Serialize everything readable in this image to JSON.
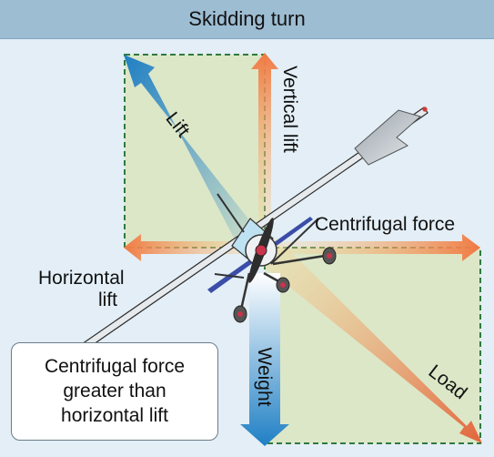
{
  "title": "Skidding turn",
  "labels": {
    "lift": "Lift",
    "vertical_lift": "Vertical lift",
    "centrifugal_force": "Centrifugal force",
    "horizontal_lift_line1": "Horizontal",
    "horizontal_lift_line2": "lift",
    "weight": "Weight",
    "load": "Load"
  },
  "note": {
    "line1": "Centrifugal force",
    "line2": "greater than",
    "line3": "horizontal lift"
  },
  "colors": {
    "header": "#9dbdd3",
    "background": "#e3eef6",
    "rectangle_fill": "#dce7c8",
    "dashed_outline": "#2f7a3e",
    "lift_arrow": "#2a88cc",
    "orange_arrow": "#f08040",
    "load_arrow": "#e0683a",
    "weight_arrow": "#2a88cc"
  }
}
